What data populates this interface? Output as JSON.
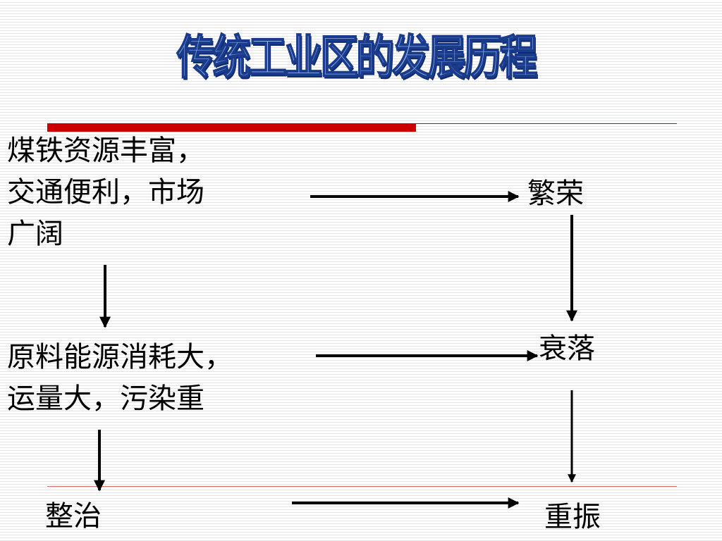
{
  "slide": {
    "title": "传统工业区的发展历程"
  },
  "nodes": {
    "conditions": "煤铁资源丰富，\n交通便利，市场\n广阔",
    "problems": "原料能源消耗大，\n运量大，污染重",
    "remedy": "整治",
    "prosperity": "繁荣",
    "decline": "衰落",
    "revival": "重振"
  },
  "colors": {
    "title_fill": "#8fb4e8",
    "title_outline": "#1a3a8c",
    "rule": "#cc0000",
    "text": "#000000",
    "arrow": "#000000"
  }
}
